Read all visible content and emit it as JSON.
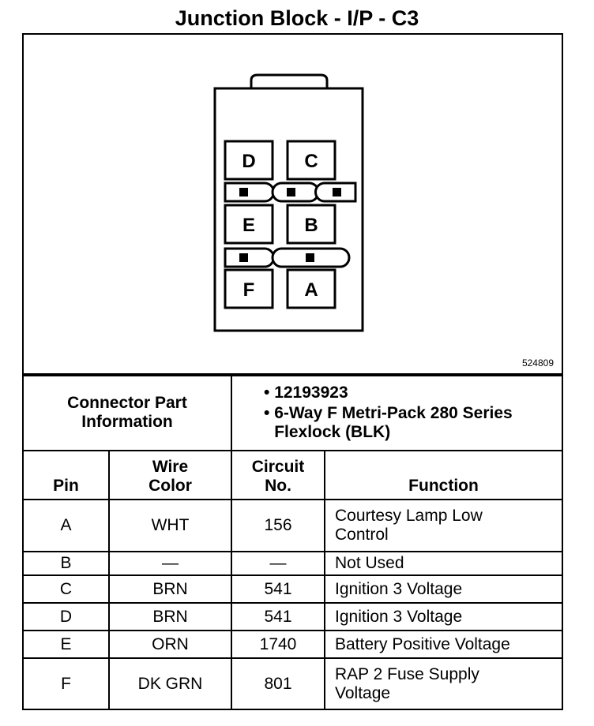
{
  "title": "Junction Block - I/P - C3",
  "figure_code": "524809",
  "connector": {
    "label": "Connector Part Information",
    "items": [
      "12193923",
      "6-Way F Metri-Pack 280 Series Flexlock (BLK)"
    ],
    "pins": [
      "D",
      "C",
      "E",
      "B",
      "F",
      "A"
    ]
  },
  "table": {
    "headers": [
      "Pin",
      "Wire Color",
      "Circuit No.",
      "Function"
    ],
    "rows": [
      {
        "pin": "A",
        "color": "WHT",
        "circuit": "156",
        "function": "Courtesy Lamp Low Control"
      },
      {
        "pin": "B",
        "color": "—",
        "circuit": "—",
        "function": "Not Used"
      },
      {
        "pin": "C",
        "color": "BRN",
        "circuit": "541",
        "function": "Ignition 3 Voltage"
      },
      {
        "pin": "D",
        "color": "BRN",
        "circuit": "541",
        "function": "Ignition 3 Voltage"
      },
      {
        "pin": "E",
        "color": "ORN",
        "circuit": "1740",
        "function": "Battery Positive Voltage"
      },
      {
        "pin": "F",
        "color": "DK GRN",
        "circuit": "801",
        "function": "RAP 2 Fuse Supply Voltage"
      }
    ]
  }
}
